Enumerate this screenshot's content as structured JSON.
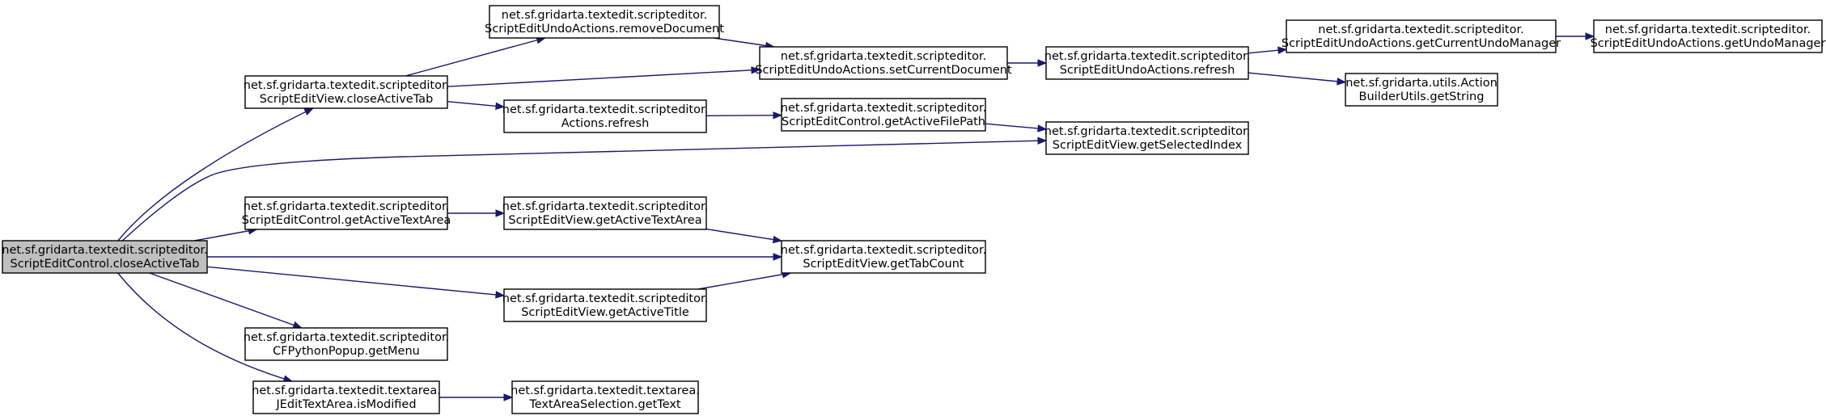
{
  "colors": {
    "edge": "#191970",
    "node_fill": "#ffffff",
    "root_fill": "#bfbfbf",
    "node_border": "#000000"
  },
  "nodes": [
    {
      "id": "closeActiveTab_root",
      "line1": "net.sf.gridarta.textedit.scripteditor.",
      "line2": "ScriptEditControl.closeActiveTab",
      "highlighted": true
    },
    {
      "id": "view_closeActiveTab",
      "line1": "net.sf.gridarta.textedit.scripteditor.",
      "line2": "ScriptEditView.closeActiveTab"
    },
    {
      "id": "removeDocument",
      "line1": "net.sf.gridarta.textedit.scripteditor.",
      "line2": "ScriptEditUndoActions.removeDocument"
    },
    {
      "id": "setCurrentDocument",
      "line1": "net.sf.gridarta.textedit.scripteditor.",
      "line2": "ScriptEditUndoActions.setCurrentDocument"
    },
    {
      "id": "undo_refresh",
      "line1": "net.sf.gridarta.textedit.scripteditor.",
      "line2": "ScriptEditUndoActions.refresh"
    },
    {
      "id": "getCurrentUndoManager",
      "line1": "net.sf.gridarta.textedit.scripteditor.",
      "line2": "ScriptEditUndoActions.getCurrentUndoManager"
    },
    {
      "id": "getUndoManager",
      "line1": "net.sf.gridarta.textedit.scripteditor.",
      "line2": "ScriptEditUndoActions.getUndoManager"
    },
    {
      "id": "getString",
      "line1": "net.sf.gridarta.utils.Action",
      "line2": "BuilderUtils.getString"
    },
    {
      "id": "actions_refresh",
      "line1": "net.sf.gridarta.textedit.scripteditor.",
      "line2": "Actions.refresh"
    },
    {
      "id": "getActiveFilePath",
      "line1": "net.sf.gridarta.textedit.scripteditor.",
      "line2": "ScriptEditControl.getActiveFilePath"
    },
    {
      "id": "getSelectedIndex",
      "line1": "net.sf.gridarta.textedit.scripteditor.",
      "line2": "ScriptEditView.getSelectedIndex"
    },
    {
      "id": "control_getActiveTextArea",
      "line1": "net.sf.gridarta.textedit.scripteditor.",
      "line2": "ScriptEditControl.getActiveTextArea"
    },
    {
      "id": "view_getActiveTextArea",
      "line1": "net.sf.gridarta.textedit.scripteditor.",
      "line2": "ScriptEditView.getActiveTextArea"
    },
    {
      "id": "getTabCount",
      "line1": "net.sf.gridarta.textedit.scripteditor.",
      "line2": "ScriptEditView.getTabCount"
    },
    {
      "id": "getActiveTitle",
      "line1": "net.sf.gridarta.textedit.scripteditor.",
      "line2": "ScriptEditView.getActiveTitle"
    },
    {
      "id": "getMenu",
      "line1": "net.sf.gridarta.textedit.scripteditor.",
      "line2": "CFPythonPopup.getMenu"
    },
    {
      "id": "isModified",
      "line1": "net.sf.gridarta.textedit.textarea.",
      "line2": "JEditTextArea.isModified"
    },
    {
      "id": "getText",
      "line1": "net.sf.gridarta.textedit.textarea.",
      "line2": "TextAreaSelection.getText"
    }
  ],
  "edges": [
    {
      "from": "closeActiveTab_root",
      "to": "view_closeActiveTab"
    },
    {
      "from": "closeActiveTab_root",
      "to": "getSelectedIndex"
    },
    {
      "from": "closeActiveTab_root",
      "to": "control_getActiveTextArea"
    },
    {
      "from": "closeActiveTab_root",
      "to": "getTabCount"
    },
    {
      "from": "closeActiveTab_root",
      "to": "getActiveTitle"
    },
    {
      "from": "closeActiveTab_root",
      "to": "getMenu"
    },
    {
      "from": "closeActiveTab_root",
      "to": "isModified"
    },
    {
      "from": "view_closeActiveTab",
      "to": "removeDocument"
    },
    {
      "from": "view_closeActiveTab",
      "to": "setCurrentDocument"
    },
    {
      "from": "view_closeActiveTab",
      "to": "actions_refresh"
    },
    {
      "from": "removeDocument",
      "to": "setCurrentDocument"
    },
    {
      "from": "setCurrentDocument",
      "to": "undo_refresh"
    },
    {
      "from": "undo_refresh",
      "to": "getCurrentUndoManager"
    },
    {
      "from": "undo_refresh",
      "to": "getString"
    },
    {
      "from": "getCurrentUndoManager",
      "to": "getUndoManager"
    },
    {
      "from": "actions_refresh",
      "to": "getActiveFilePath"
    },
    {
      "from": "getActiveFilePath",
      "to": "getSelectedIndex"
    },
    {
      "from": "control_getActiveTextArea",
      "to": "view_getActiveTextArea"
    },
    {
      "from": "view_getActiveTextArea",
      "to": "getTabCount"
    },
    {
      "from": "getActiveTitle",
      "to": "getTabCount"
    },
    {
      "from": "isModified",
      "to": "getText"
    }
  ]
}
